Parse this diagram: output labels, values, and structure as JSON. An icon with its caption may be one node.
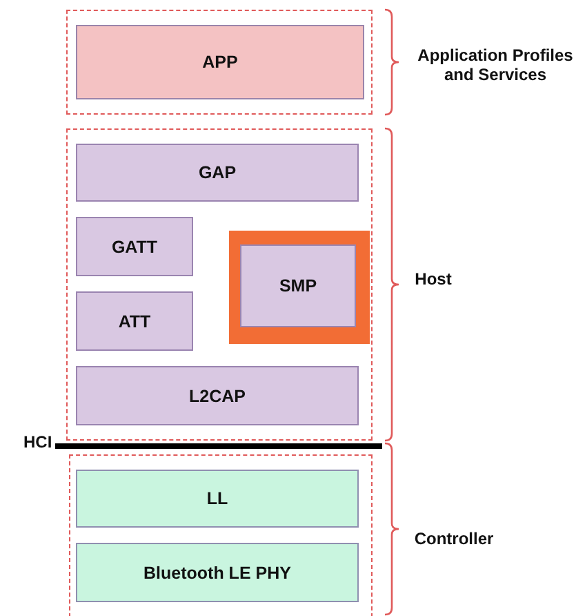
{
  "diagram": {
    "nodes": [
      {
        "text": [],
        "shape": "box",
        "beside": [
          "Application Profiles and Services"
        ]
      },
      {
        "text": [
          "APP"
        ],
        "in": 0
      },
      {
        "text": [],
        "shape": "box",
        "beside": [
          "Host"
        ]
      },
      {
        "text": [
          "GAP"
        ],
        "in": 2
      },
      {
        "text": [
          "GATT"
        ],
        "in": 2
      },
      {
        "text": [
          "ATT"
        ],
        "in": 2
      },
      {
        "text": [],
        "shape": "box",
        "in": 2
      },
      {
        "text": [
          "SMP"
        ],
        "in": 6
      },
      {
        "text": [
          "L2CAP"
        ],
        "in": 2
      },
      {
        "text": [],
        "shape": "box",
        "beside": [
          "Controller"
        ]
      },
      {
        "text": [
          "LL"
        ],
        "in": 9
      },
      {
        "text": [
          "Bluetooth LE PHY"
        ],
        "in": 9
      }
    ],
    "labels": [
      "HCI"
    ]
  }
}
